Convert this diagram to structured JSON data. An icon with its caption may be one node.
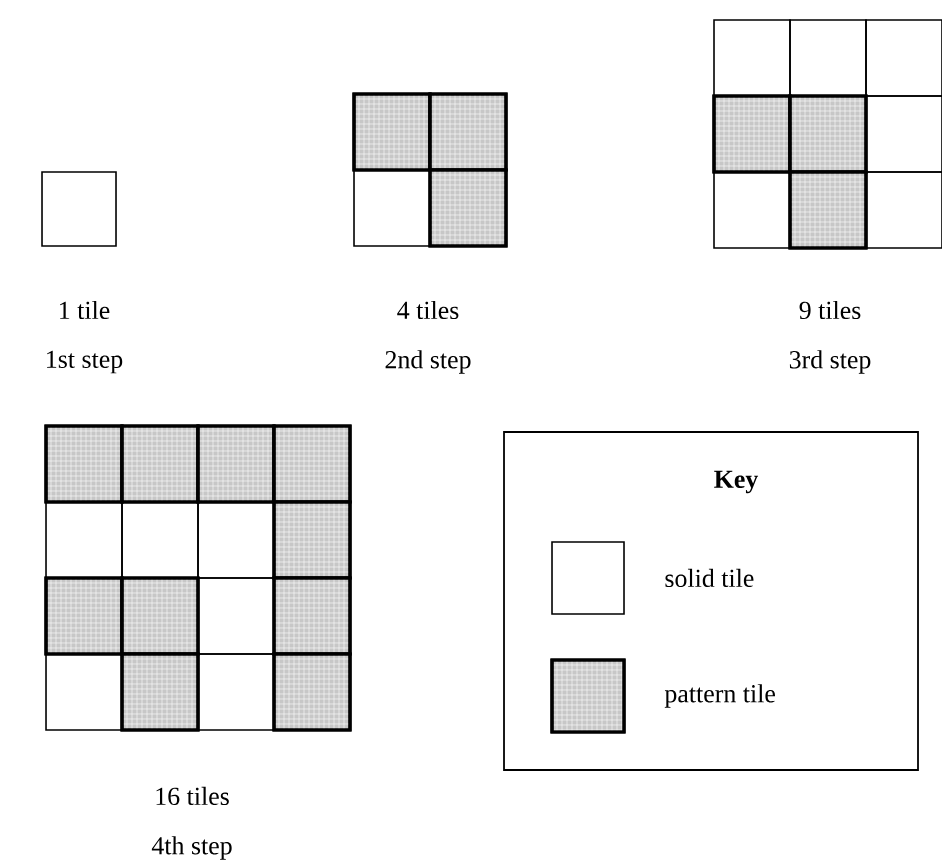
{
  "diagram": {
    "nodes": [
      {
        "text": [
          "Key"
        ]
      }
    ],
    "labels": [
      "1 tile",
      "1st step",
      "4 tiles",
      "2nd step",
      "9 tiles",
      "3rd step",
      "16 tiles",
      "4th step"
    ],
    "legend": [
      {
        "text": "solid tile"
      },
      {
        "text": "pattern tile"
      }
    ]
  }
}
